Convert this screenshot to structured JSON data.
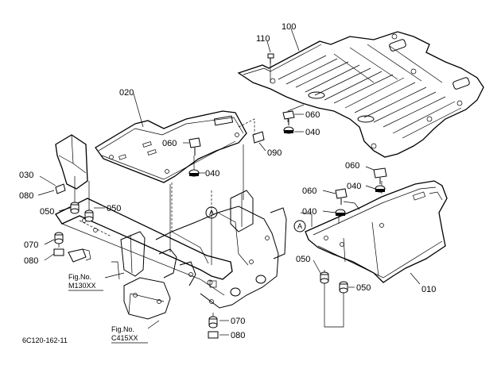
{
  "parts": {
    "p100": "100",
    "p110": "110",
    "p020": "020",
    "p060a": "060",
    "p040a": "040",
    "p090": "090",
    "p060b": "060",
    "p040b": "040",
    "p030": "030",
    "p080a": "080",
    "p050a": "050",
    "p050b": "050",
    "p060c": "060",
    "p040c": "040",
    "p060d": "060",
    "p040d": "040",
    "p070a": "070",
    "p080b": "080",
    "p050c": "050",
    "p050d": "050",
    "p010": "010",
    "p070b": "070",
    "p080c": "080"
  },
  "refs": {
    "circle_a1": "A",
    "circle_a2": "A"
  },
  "figs": {
    "fig1_line1": "Fig.No.",
    "fig1_line2": "M130XX",
    "fig2_line1": "Fig.No.",
    "fig2_line2": "C415XX"
  },
  "footer": {
    "code": "6C120-162-11"
  }
}
